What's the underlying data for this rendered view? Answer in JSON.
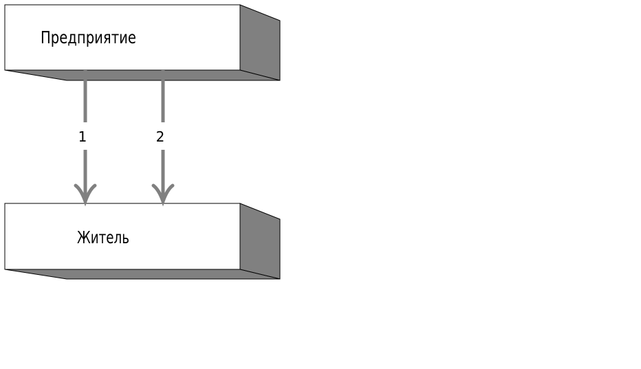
{
  "diagram": {
    "nodes": {
      "top": {
        "label": "Предприятие"
      },
      "bottom": {
        "label": "Житель"
      }
    },
    "arrows": [
      {
        "label": "1"
      },
      {
        "label": "2"
      }
    ],
    "colors": {
      "box_face": "#ffffff",
      "box_side": "#808080",
      "outline": "#000000",
      "arrow": "#808080"
    }
  }
}
